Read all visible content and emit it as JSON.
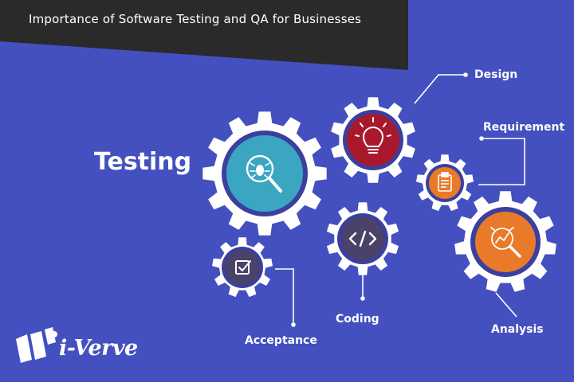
{
  "header": {
    "title": "Importance of Software Testing and QA for Businesses"
  },
  "main_label": "Testing",
  "stages": {
    "design": "Design",
    "requirement": "Requirement",
    "analysis": "Analysis",
    "coding": "Coding",
    "acceptance": "Acceptance"
  },
  "brand": {
    "name": "i-Verve"
  },
  "colors": {
    "background": "#4450c0",
    "banner": "#2a2a2a",
    "gear_face": "#ffffff",
    "testing_disc": "#3aa6c2",
    "design_disc": "#a8192e",
    "requirement_disc": "#e87a2a",
    "analysis_disc": "#e87a2a",
    "coding_disc": "#4a4268",
    "acceptance_disc": "#4a4268"
  },
  "icons": {
    "testing": "bug-magnifier-icon",
    "design": "lightbulb-icon",
    "requirement": "clipboard-icon",
    "analysis": "chart-magnifier-icon",
    "coding": "code-brackets-icon",
    "acceptance": "checkbox-icon"
  }
}
